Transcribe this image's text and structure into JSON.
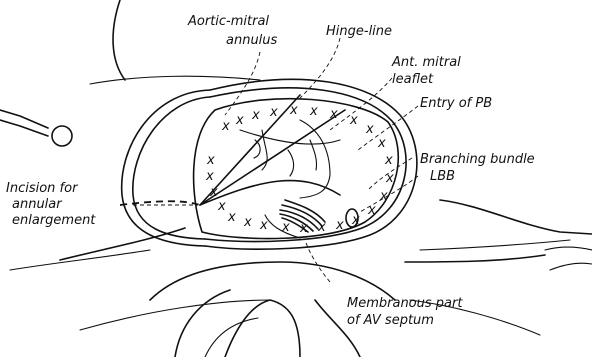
{
  "labels": {
    "aortic_mitral_1": "Aortic-mitral",
    "aortic_mitral_2": "annulus",
    "hinge_line": "Hinge-line",
    "ant_mitral_1": "Ant. mitral",
    "ant_mitral_2": "leaflet",
    "entry_pb": "Entry of PB",
    "branching": "Branching bundle",
    "lbb": "LBB",
    "incision_1": "Incision for",
    "incision_2": "annular",
    "incision_3": "enlargement",
    "membranous_1": "Membranous part",
    "membranous_2": "of AV septum"
  },
  "colors": {
    "ink": "#111111",
    "background": "#ffffff"
  }
}
